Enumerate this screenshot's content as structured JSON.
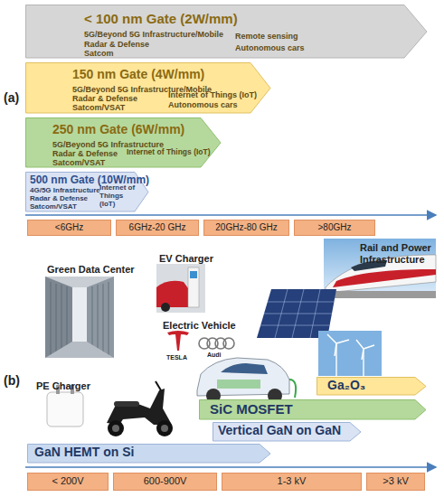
{
  "diagram": {
    "nodes": [
      {
        "text": [
          "< 100 nm Gate (2W/mm)",
          "5G/Beyond 5G Infrastructure/Mobile",
          "Radar & Defense",
          "Remote sensing",
          "Satcom",
          "Autonomous cars"
        ]
      },
      {
        "text": [
          "150 nm Gate (4W/mm)",
          "5G/Beyond 5G Infrastructure/Mobile",
          "Radar & Defense",
          "Internet of Things (IoT)",
          "Satcom/VSAT",
          "Autonomous cars"
        ]
      },
      {
        "text": [
          "250 nm Gate (6W/mm)",
          "5G/Beyond 5G Infrastructure",
          "Radar & Defense",
          "Internet of Things (IoT)",
          "Satcom/VSAT"
        ]
      },
      {
        "text": [
          "500 nm Gate (10W/mm)",
          "4G/5G Infrastructure",
          "Radar & Defense",
          "Internet of Things (IoT)",
          "Satcom/VSAT"
        ]
      },
      {
        "text": [
          "<6GHz"
        ]
      },
      {
        "text": [
          "6GHz-20 GHz"
        ]
      },
      {
        "text": [
          "20GHz-80 GHz"
        ]
      },
      {
        "text": [
          ">80GHz"
        ]
      },
      {
        "text": [
          "Ga₂O₃"
        ]
      },
      {
        "text": [
          "SiC MOSFET"
        ]
      },
      {
        "text": [
          "Vertical GaN on GaN"
        ]
      },
      {
        "text": [
          "GaN HEMT on Si"
        ]
      },
      {
        "text": [
          "< 200V"
        ]
      },
      {
        "text": [
          "600-900V"
        ]
      },
      {
        "text": [
          "1-3 kV"
        ]
      },
      {
        "text": [
          ">3 kV"
        ]
      }
    ],
    "labels": [
      "(a)",
      "(b)",
      "Green Data Center",
      "EV Charger",
      "Rail and Power Infrastructure",
      "Electric Vehicle",
      "PE Charger",
      "TESLA",
      "Audi"
    ]
  }
}
